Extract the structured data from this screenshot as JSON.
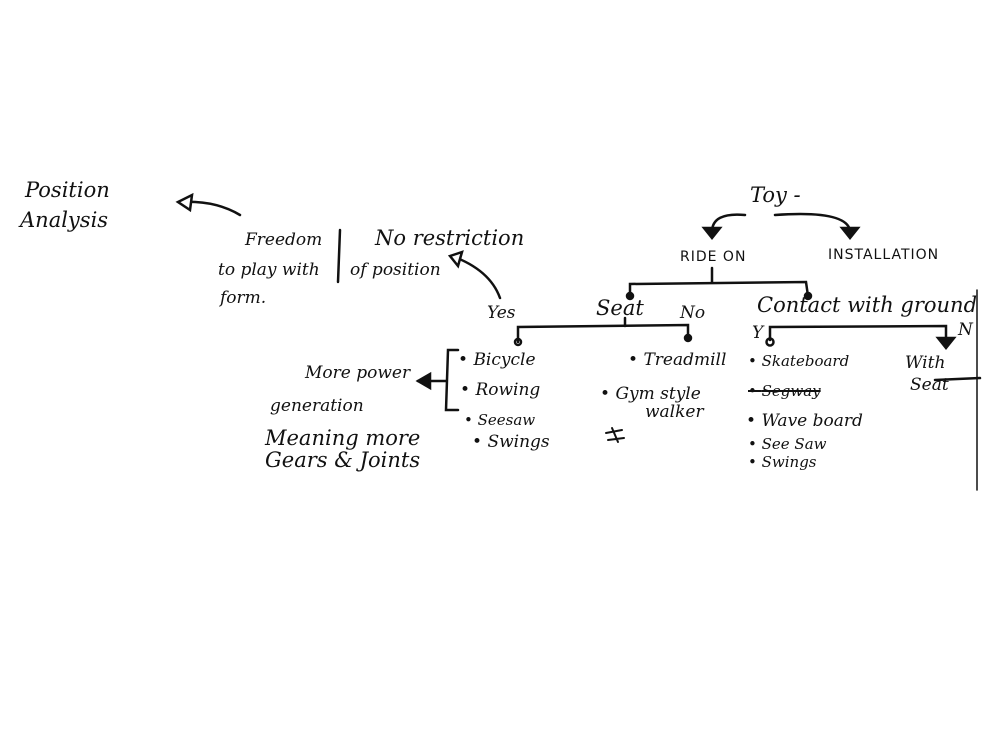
{
  "position_analysis": [
    "Position",
    "Analysis"
  ],
  "freedom": [
    "Freedom",
    "to play with",
    "form."
  ],
  "no_restriction": [
    "No restriction",
    "of position"
  ],
  "root": "Toy -",
  "branches": {
    "ride_on": "RIDE ON",
    "installation": "INSTALLATION"
  },
  "seat": {
    "label": "Seat",
    "yes": "Yes",
    "no": "No"
  },
  "seat_yes_items": [
    "Bicycle",
    "Rowing",
    "Seesaw",
    "Swings"
  ],
  "seat_no_items": [
    "Treadmill",
    "Gym style",
    "walker"
  ],
  "power_note": [
    "More power",
    "generation",
    "Meaning more",
    "Gears & Joints"
  ],
  "contact": {
    "label": "Contact with ground",
    "yes": "Y",
    "no": "N"
  },
  "contact_yes_items": [
    "Skateboard",
    "Segway",
    "Wave board",
    "See Saw",
    "Swings"
  ],
  "contact_no_items": [
    "With",
    "Seat"
  ],
  "ink_color": "#111111"
}
